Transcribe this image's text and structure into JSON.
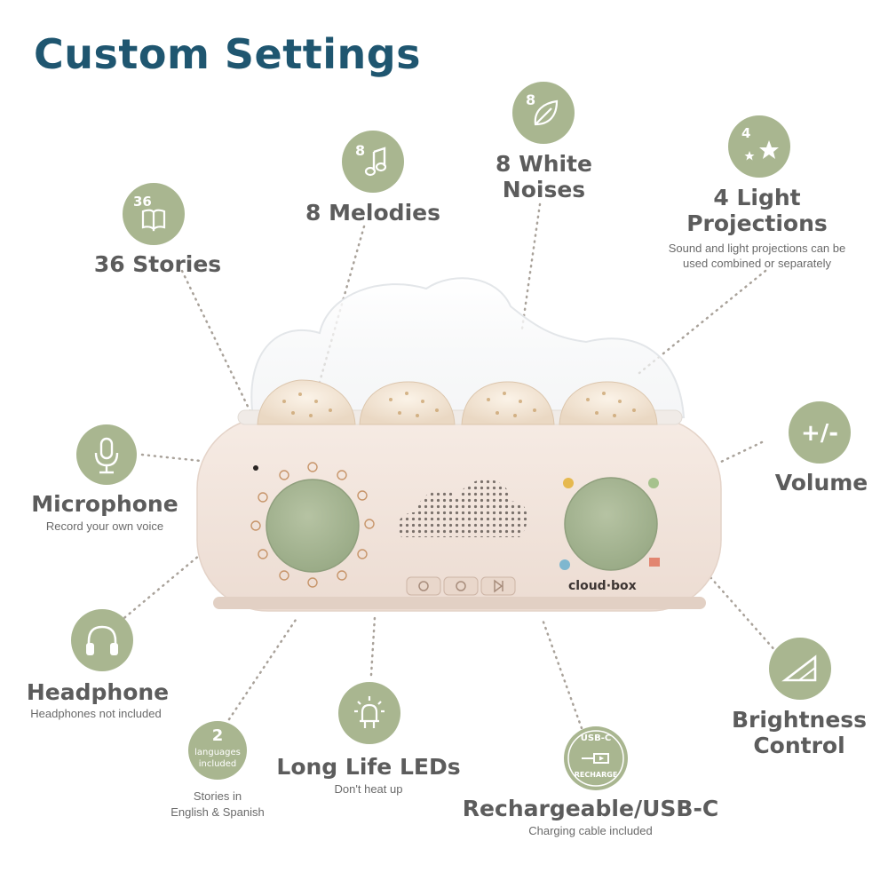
{
  "title": "Custom Settings",
  "features": {
    "stories": {
      "count": "36",
      "title": "36 Stories",
      "icon": "open-book-icon"
    },
    "melodies": {
      "count": "8",
      "title": "8 Melodies",
      "icon": "music-note-icon"
    },
    "white_noises": {
      "count": "8",
      "title_line1": "8 White",
      "title_line2": "Noises",
      "icon": "leaf-icon"
    },
    "light_projections": {
      "count": "4",
      "title_line1": "4 Light",
      "title_line2": "Projections",
      "sub_line1": "Sound and light projections can be",
      "sub_line2": "used combined or separately",
      "icon": "stars-icon"
    },
    "microphone": {
      "title": "Microphone",
      "sub": "Record your own voice",
      "icon": "microphone-icon"
    },
    "volume": {
      "symbol": "+/-",
      "title": "Volume",
      "icon": "plus-minus-icon"
    },
    "headphone": {
      "title": "Headphone",
      "sub": "Headphones not included",
      "icon": "headphones-icon"
    },
    "languages": {
      "count": "2",
      "label_line1": "languages",
      "label_line2": "included",
      "sub_line1": "Stories in",
      "sub_line2": "English & Spanish"
    },
    "leds": {
      "title": "Long Life LEDs",
      "sub": "Don't heat up",
      "icon": "led-bulb-icon"
    },
    "usb": {
      "badge_top": "USB-C",
      "badge_bottom": "RECHARGE",
      "title": "Rechargeable/USB-C",
      "sub": "Charging cable included",
      "icon": "usb-cable-icon"
    },
    "brightness": {
      "title_line1": "Brightness",
      "title_line2": "Control",
      "icon": "brightness-triangle-icon"
    }
  },
  "product": {
    "brand": "cloud·box"
  },
  "colors": {
    "title": "#1f5670",
    "badge": "#a9b690",
    "text": "#5c5c5c",
    "device": "#f1e4dc",
    "knob": "#a9b997"
  }
}
